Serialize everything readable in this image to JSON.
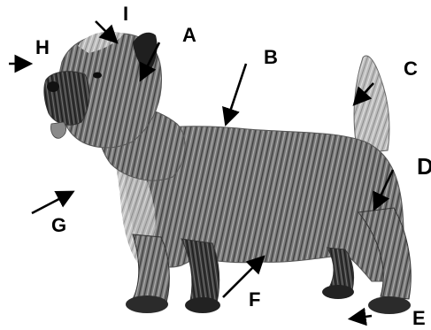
{
  "labels": {
    "a": "A",
    "b": "B",
    "c": "C",
    "d": "D",
    "e": "E",
    "f": "F",
    "g": "G",
    "h": "H",
    "i": "I"
  },
  "colors": {
    "background": "#ffffff",
    "ink": "#000000",
    "coat_dark": "#2b2b2b",
    "coat_mid": "#6e6e6e",
    "coat_light": "#bdbdbd"
  },
  "illustration": {
    "subject": "terrier-dog-side-view",
    "icon": "dog-illustration"
  }
}
